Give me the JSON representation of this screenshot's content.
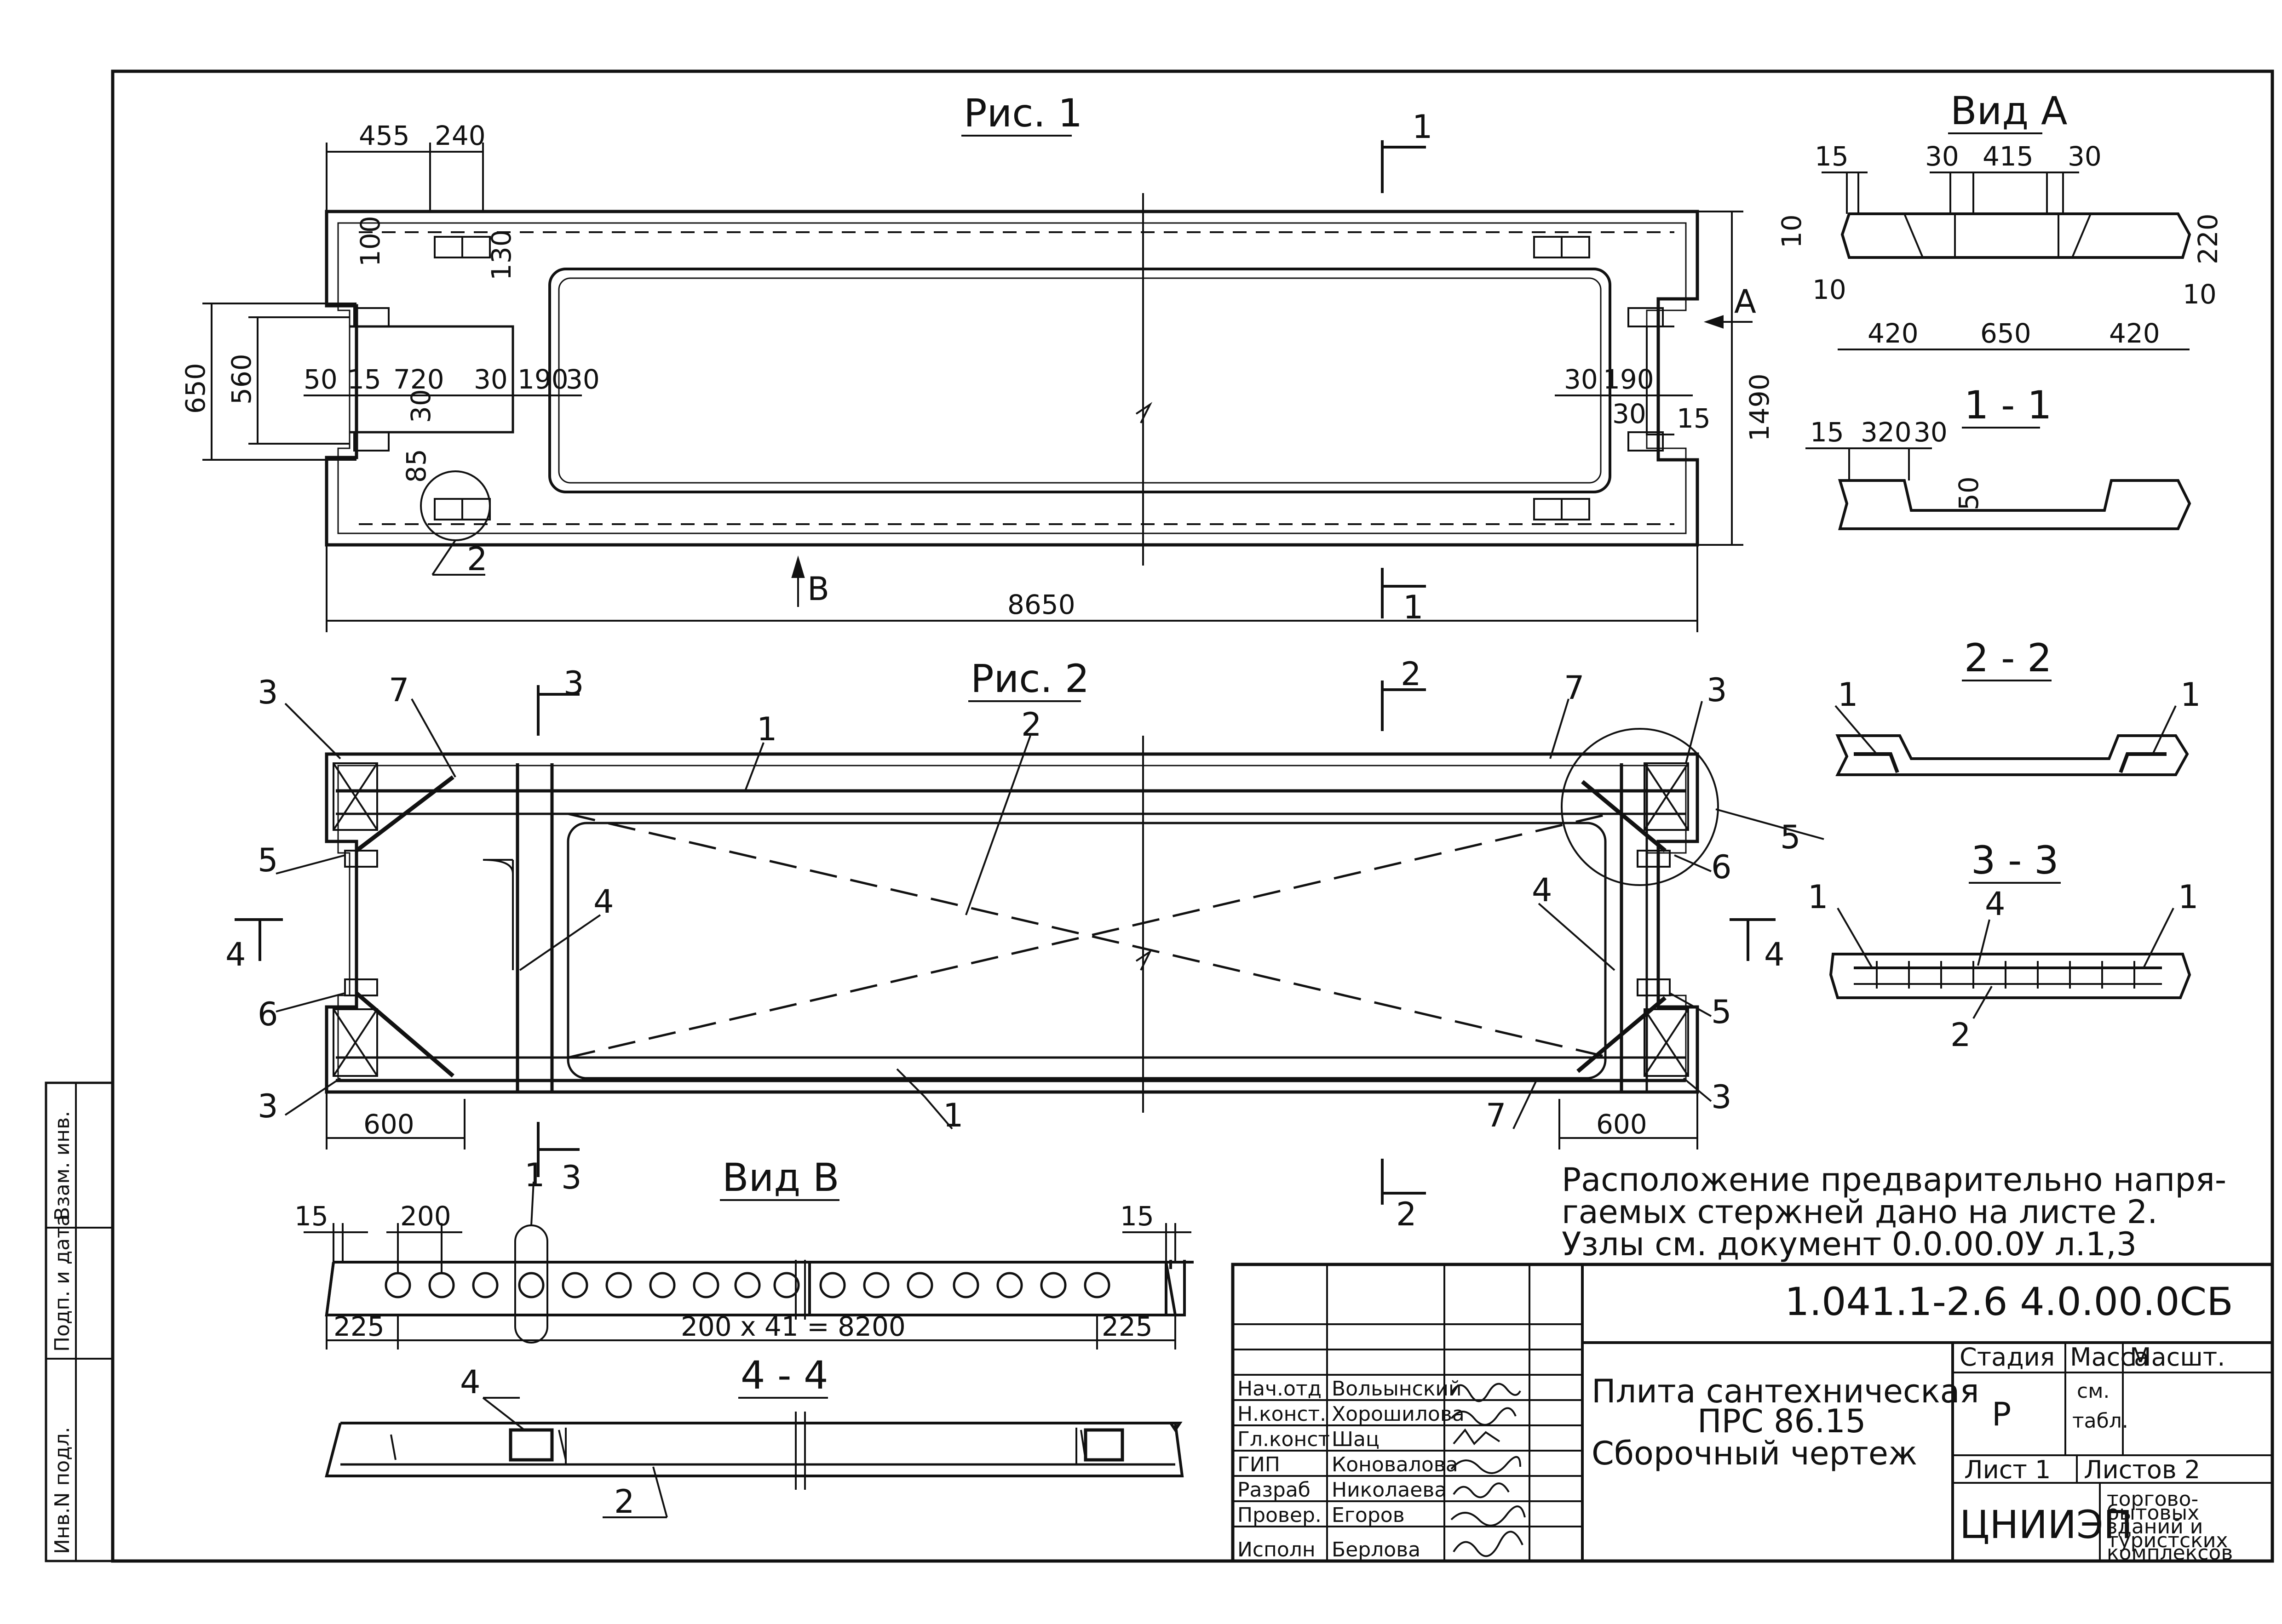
{
  "fig1": {
    "title": "Рис. 1",
    "dims": {
      "d455": "455",
      "d240": "240",
      "d100": "100",
      "d130": "130",
      "d650": "650",
      "d560": "560",
      "d50": "50",
      "d15": "15",
      "d720": "720",
      "d30": "30",
      "d190": "190",
      "d85": "85",
      "d1490": "1490",
      "d8650": "8650"
    },
    "arrow_A": "А",
    "arrow_B": "В",
    "section_1": "1",
    "node_2": "2"
  },
  "fig2": {
    "title": "Рис. 2",
    "markers": [
      "1",
      "2",
      "3",
      "4",
      "5",
      "6",
      "7"
    ],
    "d600": "600",
    "sec3": "3",
    "sec2": "2",
    "sec4": "4"
  },
  "viewA": {
    "title": "Вид А",
    "dims": {
      "d15": "15",
      "d30": "30",
      "d415": "415",
      "d10": "10",
      "d420": "420",
      "d650": "650",
      "d220": "220"
    }
  },
  "section11": {
    "title": "1 - 1",
    "dims": {
      "d15": "15",
      "d320": "320",
      "d30": "30",
      "d50": "50"
    }
  },
  "section22": {
    "title": "2 - 2",
    "m1": "1"
  },
  "section33": {
    "title": "3 - 3",
    "m1": "1",
    "m4": "4",
    "m2": "2"
  },
  "viewB": {
    "title": "Вид В",
    "dims": {
      "d15": "15",
      "d200": "200",
      "d225": "225",
      "d8200": "200 х 41 = 8200"
    },
    "m1": "1"
  },
  "section44": {
    "title": "4 - 4",
    "m4": "4",
    "m2": "2"
  },
  "note": {
    "line1": "Расположение предварительно напря-",
    "line2": "гаемых стержней дано на листе 2.",
    "line3": "Узлы см. документ 0.0.00.0У л.1,3"
  },
  "titleblock": {
    "code": "1.041.1-2.6 4.0.00.0СБ",
    "name1": "Плита сантехническая",
    "name2": "ПРС 86.15",
    "name3": "Сборочный чертеж",
    "stage_h": "Стадия",
    "mass_h": "Масса",
    "scale_h": "Масшт.",
    "stage": "Р",
    "mass1": "см.",
    "mass2": "табл.",
    "sheet": "Лист 1",
    "sheets": "Листов 2",
    "org": "ЦНИИЭП",
    "org_sub1": "торгово-",
    "org_sub2": "бытовых",
    "org_sub3": "зданий и",
    "org_sub4": "туристских",
    "org_sub5": "комплексов",
    "roles": [
      "Нач.отд",
      "Н.конст.",
      "Гл.конст",
      "ГИП",
      "Разраб",
      "Провер.",
      "Исполн"
    ],
    "names": [
      "Вольынский",
      "Хорошилова",
      "Шац",
      "Коновалова",
      "Николаева",
      "Егоров",
      "Берлова"
    ]
  },
  "sidestrip": {
    "s1": "Инв.N подл.",
    "s2": "Подп. и дата",
    "s3": "Взам. инв."
  }
}
